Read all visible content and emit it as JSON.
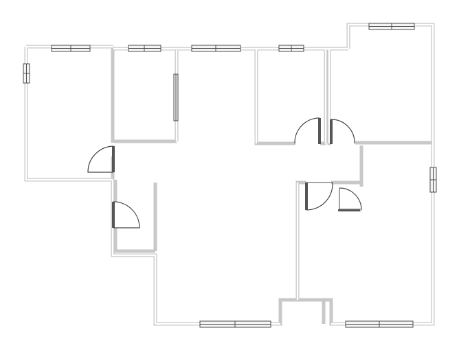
{
  "plan": {
    "windows_count": 10,
    "doors_count": 6,
    "rooms_count": 8
  }
}
